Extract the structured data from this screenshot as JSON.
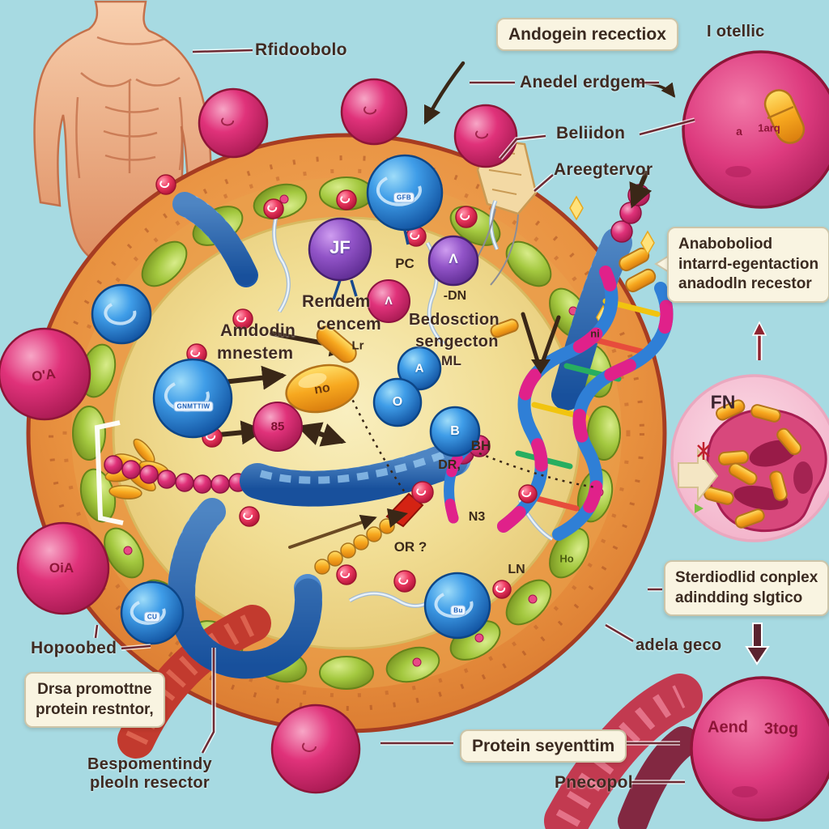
{
  "title": "Cell diagram of anabolic steroid / androgen receptor action (AI-garbled labels)",
  "colors": {
    "background": "#a7dae2",
    "membrane": "#e8913f",
    "membrane_edge": "#a63c22",
    "cytoplasm": "#f1dd93",
    "bean_green": "#a3c83f",
    "vesicle_pink": "#e0327a",
    "sphere_blue": "#2f7fd6",
    "sphere_purple": "#9254c8",
    "pill_gold": "#f7a81f",
    "tube_blue": "#1b5fb8",
    "dna_pink": "#e0218a",
    "label_text": "#3f2a22",
    "box_bg": "#f9f4e1"
  },
  "labels": {
    "rfidoobolo": "Rfidoobolo",
    "androgen_box": "Andogein recectiox",
    "otellic": "I otellic",
    "anedel": "Anedel erdgem",
    "beliidon": "Beliidon",
    "areegtervor": "Areegtervor",
    "anabobolid": {
      "l1": "Anaboboliod",
      "l2": "intarrd-egentaction",
      "l3": "anadodln recestor"
    },
    "rendem": {
      "l1": "Rendem",
      "l2": "cencem"
    },
    "amdodin": {
      "l1": "Amdodin",
      "l2": "mnestem"
    },
    "bedosstion": {
      "l1": "Bedosction",
      "l2": "sengecton",
      "l3": "ML"
    },
    "dn": "-DN",
    "lr": "Lr",
    "pc": "PC",
    "bh": "BH",
    "dr": "DR,",
    "n3": "N3",
    "orq": "OR ?",
    "ln": "LN",
    "ho": "Ho",
    "ni": "ni",
    "fn": "FN",
    "sterdiodlid": {
      "l1": "Sterdiodlid conplex",
      "l2": "adindding slgtico"
    },
    "adela": "adela geco",
    "hopoobed": "Hopoobed",
    "drsa": {
      "l1": "Drsa promottne",
      "l2": "protein restntor,"
    },
    "bespoment": {
      "l1": "Bespomentindy",
      "l2": "pleoln resector"
    },
    "protein_box": "Protein seyenttim",
    "pnecopol": "Pnecopol"
  },
  "molecules": {
    "oa_top": "O'A",
    "oa_bottom": "OiA",
    "aend": "Aend",
    "stog": "3tog",
    "pill_a": "a",
    "pill_tag": "1arq",
    "no_pill": "no",
    "s85": "85",
    "lambda_pink": "Λ",
    "jf": "JF",
    "lambda_purple": "Λ",
    "sph_a": "A",
    "sph_o": "O",
    "sph_b": "B",
    "badge_top": "GFB",
    "badge_left": "GNMTTIW",
    "badge_bottom_left": "CU",
    "badge_bottom_mid": "Bu"
  }
}
